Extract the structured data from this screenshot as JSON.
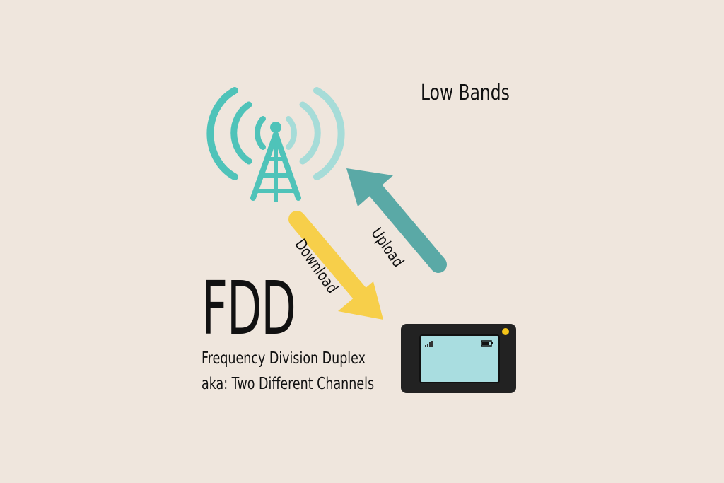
{
  "diagram": {
    "band_label": "Low Bands",
    "acronym": "FDD",
    "subtitle_line1": "Frequency Division Duplex",
    "subtitle_line2": "aka: Two Different Channels",
    "arrows": {
      "download": {
        "label": "Download",
        "color": "#f7cf4a"
      },
      "upload": {
        "label": "Upload",
        "color": "#5aa9a6"
      }
    },
    "icons": [
      "cell-tower-icon",
      "mobile-hotspot-icon"
    ],
    "colors": {
      "background": "#efe6dd",
      "tower": "#4fc3b9",
      "tower_light": "#a6dcd8",
      "device_body": "#222222",
      "device_screen": "#a9dde0",
      "device_light": "#f5c518"
    }
  }
}
